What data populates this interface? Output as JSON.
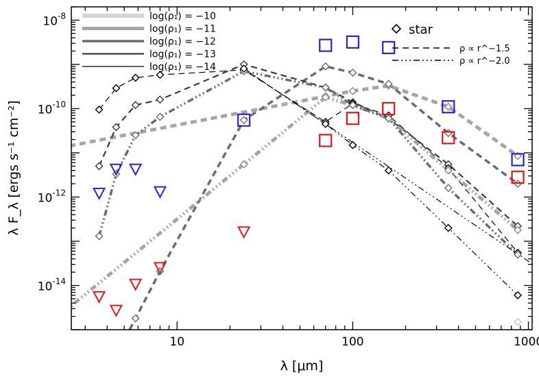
{
  "chart_data": {
    "type": "line",
    "xlabel": "λ [μm]",
    "ylabel": "λ F_λ [ergs s⁻¹ cm⁻²]",
    "xscale": "log",
    "yscale": "log",
    "xlim": [
      2.5,
      1050
    ],
    "ylim": [
      1e-15,
      2e-08
    ],
    "x_ticks": [
      {
        "value": 10,
        "label": "10"
      },
      {
        "value": 100,
        "label": "100"
      },
      {
        "value": 1000,
        "label": "1000"
      }
    ],
    "y_ticks": [
      {
        "value": 1e-14,
        "base": "10",
        "exp": "-14"
      },
      {
        "value": 1e-12,
        "base": "10",
        "exp": "-12"
      },
      {
        "value": 1e-10,
        "base": "10",
        "exp": "-10"
      },
      {
        "value": 1e-08,
        "base": "10",
        "exp": "-8"
      }
    ],
    "legend_left": {
      "position": "top-left",
      "entries": [
        {
          "label": "log(ρ₁) = −10",
          "color": "#d4d4d4",
          "width": 6
        },
        {
          "label": "log(ρ₁) = −11",
          "color": "#a6a6a6",
          "width": 5
        },
        {
          "label": "log(ρ₁) = −12",
          "color": "#6b6b6b",
          "width": 3.5
        },
        {
          "label": "log(ρ₁) = −13",
          "color": "#3a3a3a",
          "width": 2.2
        },
        {
          "label": "log(ρ₁) = −14",
          "color": "#000000",
          "width": 1.2
        }
      ]
    },
    "legend_right": {
      "position": "top-right",
      "star_label": "star",
      "dash_entries": [
        {
          "label": "ρ ∝ r^−1.5",
          "dash": "9,6"
        },
        {
          "label": "ρ ∝ r^−2.0",
          "dash": "9,4,2,4,2,4,2,4"
        }
      ]
    },
    "model_wavelengths": [
      3.6,
      4.5,
      5.8,
      8,
      24,
      70,
      100,
      160,
      350,
      870
    ],
    "series": [
      {
        "profile": "r^-1.5",
        "rho1": -10,
        "color": "#d4d4d4",
        "width": 6,
        "values": [
          null,
          null,
          null,
          null,
          null,
          null,
          null,
          null,
          null,
          1.5e-15
        ]
      },
      {
        "profile": "r^-1.5",
        "rho1": -11,
        "color": "#a6a6a6",
        "width": 5,
        "values": [
          null,
          null,
          null,
          null,
          null,
          1.9e-10,
          2.5e-10,
          3.3e-10,
          1.1e-10,
          8.5e-12
        ]
      },
      {
        "profile": "r^-1.5",
        "rho1": -12,
        "color": "#6b6b6b",
        "width": 3.5,
        "values": [
          null,
          null,
          1.8e-15,
          2.1e-14,
          5.5e-11,
          9e-10,
          6.5e-10,
          3.6e-10,
          2.8e-11,
          2e-12
        ]
      },
      {
        "profile": "r^-1.5",
        "rho1": -13,
        "color": "#3a3a3a",
        "width": 2.2,
        "values": [
          5e-12,
          3.8e-11,
          1.2e-10,
          1.6e-10,
          1e-09,
          3e-10,
          1.4e-10,
          6e-11,
          5.5e-12,
          2.2e-13
        ]
      },
      {
        "profile": "r^-1.5",
        "rho1": -14,
        "color": "#000000",
        "width": 1.2,
        "values": [
          9.5e-11,
          2.9e-10,
          5e-10,
          5.8e-10,
          7.5e-10,
          5e-11,
          1.3e-10,
          7e-11,
          4.5e-12,
          5.5e-14
        ]
      },
      {
        "profile": "r^-2.0",
        "rho1": -11,
        "color": "#a6a6a6",
        "width": 5,
        "values": [
          null,
          null,
          null,
          null,
          5.5e-12,
          1.8e-10,
          1.2e-10,
          6e-11,
          4e-12,
          1.8e-13
        ]
      },
      {
        "profile": "r^-2.0",
        "rho1": -12,
        "color": "#6b6b6b",
        "width": 3.5,
        "values": [
          1.3e-13,
          3.3e-12,
          2.5e-11,
          6.5e-11,
          7e-10,
          3e-10,
          1.2e-10,
          6e-11,
          1.6e-12,
          5e-14
        ]
      },
      {
        "profile": "r^-2.0",
        "rho1": -14,
        "color": "#000000",
        "width": 1.2,
        "values": [
          null,
          null,
          null,
          null,
          8e-10,
          4.5e-11,
          1.5e-11,
          4e-12,
          2e-13,
          6e-15
        ]
      }
    ],
    "observed_detections": [
      {
        "color": "#2a22cc",
        "points": [
          {
            "x": 24,
            "y": 5.5e-11
          },
          {
            "x": 70,
            "y": 2.7e-09
          },
          {
            "x": 100,
            "y": 3.2e-09
          },
          {
            "x": 160,
            "y": 2.4e-09
          },
          {
            "x": 350,
            "y": 1.1e-10
          },
          {
            "x": 870,
            "y": 7e-12
          }
        ]
      },
      {
        "color": "#e01818",
        "points": [
          {
            "x": 70,
            "y": 1.9e-11
          },
          {
            "x": 100,
            "y": 6e-11
          },
          {
            "x": 160,
            "y": 1e-10
          },
          {
            "x": 350,
            "y": 2.2e-11
          },
          {
            "x": 870,
            "y": 2.8e-12
          }
        ]
      }
    ],
    "observed_upper_limits": [
      {
        "color": "#2a22cc",
        "points": [
          {
            "x": 3.6,
            "y": 1.2e-12
          },
          {
            "x": 4.5,
            "y": 4.2e-12
          },
          {
            "x": 5.8,
            "y": 4.2e-12
          },
          {
            "x": 8,
            "y": 1.3e-12
          }
        ]
      },
      {
        "color": "#e01818",
        "points": [
          {
            "x": 3.6,
            "y": 5.5e-15
          },
          {
            "x": 4.5,
            "y": 2.7e-15
          },
          {
            "x": 5.8,
            "y": 1.05e-14
          },
          {
            "x": 8,
            "y": 2.5e-14
          },
          {
            "x": 24,
            "y": 1.6e-13
          }
        ]
      }
    ]
  }
}
